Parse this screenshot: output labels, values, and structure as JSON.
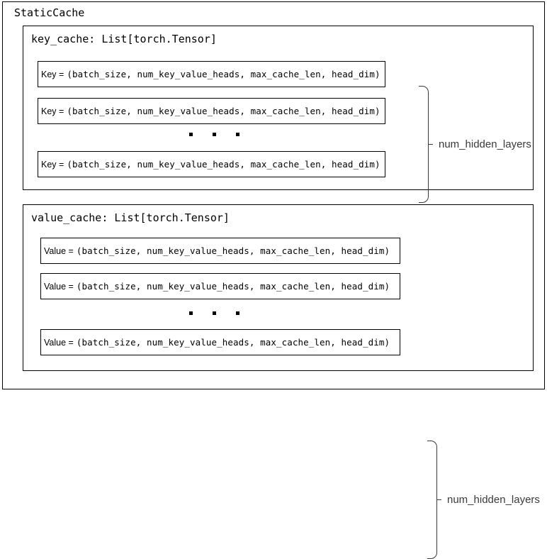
{
  "diagram": {
    "title": "StaticCache",
    "sections": [
      {
        "id": "key_cache",
        "title": "key_cache: List[torch.Tensor]",
        "row_label": "Key = ",
        "row_shape": "(batch_size, num_key_value_heads, max_cache_len, head_dim)",
        "rows": [
          {
            "label": "Key = ",
            "shape": "(batch_size, num_key_value_heads, max_cache_len, head_dim)"
          },
          {
            "label": "Key = ",
            "shape": "(batch_size, num_key_value_heads, max_cache_len, head_dim)"
          },
          {
            "label": "Key = ",
            "shape": "(batch_size, num_key_value_heads, max_cache_len, head_dim)"
          }
        ],
        "ellipsis": "• • •",
        "brace_label": "num_hidden_layers"
      },
      {
        "id": "value_cache",
        "title": "value_cache: List[torch.Tensor]",
        "row_label": "Value = ",
        "row_shape": "(batch_size, num_key_value_heads, max_cache_len, head_dim)",
        "rows": [
          {
            "label": "Value = ",
            "shape": "(batch_size, num_key_value_heads, max_cache_len, head_dim)"
          },
          {
            "label": "Value = ",
            "shape": "(batch_size, num_key_value_heads, max_cache_len, head_dim)"
          },
          {
            "label": "Value = ",
            "shape": "(batch_size, num_key_value_heads, max_cache_len, head_dim)"
          }
        ],
        "ellipsis": "• • •",
        "brace_label": "num_hidden_layers"
      }
    ],
    "colors": {
      "background": "#ffffff",
      "stroke": "#000000",
      "annotation": "#3a3a3a"
    }
  }
}
